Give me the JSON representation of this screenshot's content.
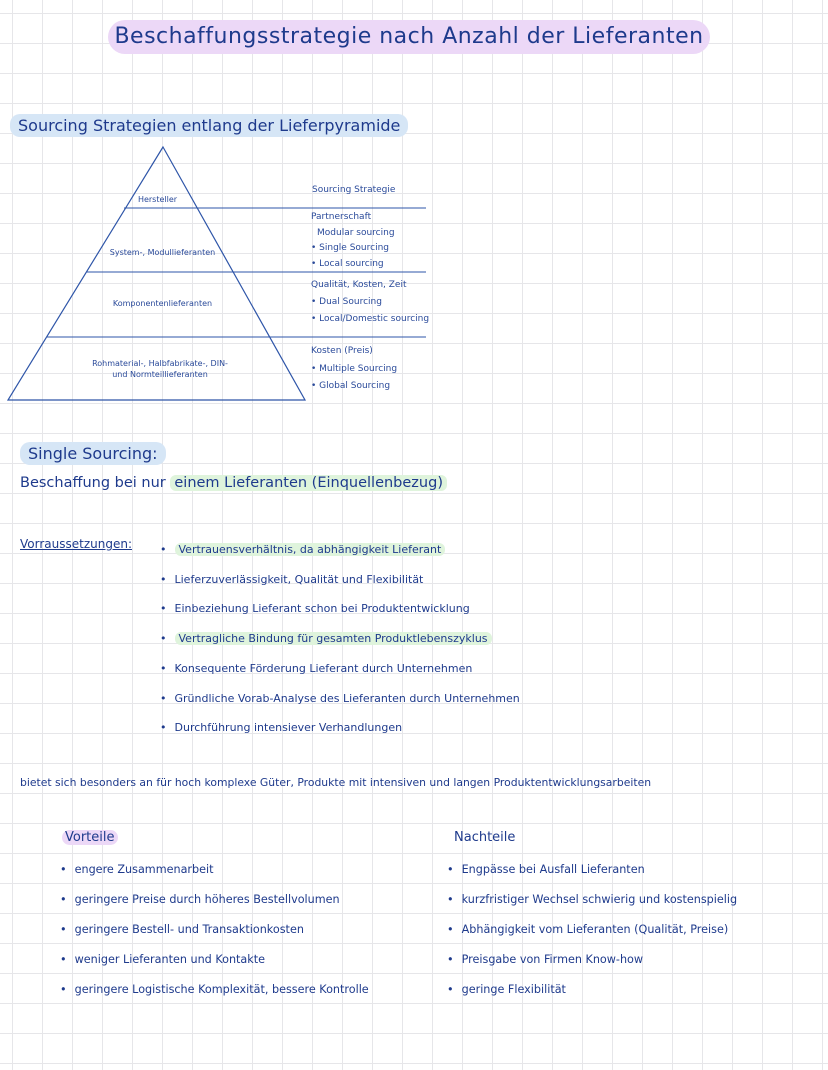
{
  "title": "Beschaffungsstrategie nach Anzahl der Lieferanten",
  "pyramid_section": {
    "heading": "Sourcing Strategien entlang der Lieferpyramide",
    "strategy_column_header": "Sourcing Strategie",
    "levels": [
      {
        "label": "Hersteller",
        "strategy_lines": [
          "Partnerschaft",
          "Modular sourcing",
          "• Single Sourcing",
          "• Local sourcing"
        ]
      },
      {
        "label": "System-, Modullieferanten",
        "strategy_lines": []
      },
      {
        "label": "Komponentenlieferanten",
        "strategy_lines": [
          "Qualität, Kosten, Zeit",
          "• Dual Sourcing",
          "• Local/Domestic sourcing"
        ]
      },
      {
        "label": "Rohmaterial-, Halbfabrikate-, DIN- und Normteillieferanten",
        "label_line1": "Rohmaterial-, Halbfabrikate-, DIN-",
        "label_line2": "und Normteillieferanten",
        "strategy_lines": [
          "Kosten (Preis)",
          "• Multiple Sourcing",
          "• Global Sourcing"
        ]
      }
    ]
  },
  "single_sourcing": {
    "heading": "Single Sourcing:",
    "definition_pre": "Beschaffung bei nur",
    "definition_highlight": "einem Lieferanten (Einquellenbezug)",
    "requirements_label": "Vorraussetzungen:",
    "requirements": [
      "Vertrauensverhältnis, da abhängigkeit Lieferant",
      "Lieferzuverlässigkeit, Qualität und Flexibilität",
      "Einbeziehung Lieferant schon bei Produktentwicklung",
      "Vertragliche Bindung für gesamten Produktlebenszyklus",
      "Konsequente Förderung Lieferant durch Unternehmen",
      "Gründliche Vorab-Analyse des Lieferanten durch Unternehmen",
      "Durchführung intensiever Verhandlungen"
    ],
    "suited_for": "bietet sich besonders an für hoch komplexe Güter, Produkte mit intensiven und langen Produktentwicklungsarbeiten"
  },
  "pros": {
    "heading": "Vorteile",
    "items": [
      "engere Zusammenarbeit",
      "geringere Preise durch höheres Bestellvolumen",
      "geringere Bestell- und Transaktionkosten",
      "weniger Lieferanten und Kontakte",
      "geringere Logistische Komplexität, bessere Kontrolle"
    ]
  },
  "cons": {
    "heading": "Nachteile",
    "items": [
      "Engpässe bei Ausfall Lieferanten",
      "kurzfristiger Wechsel schwierig und kostenspielig",
      "Abhängigkeit vom Lieferanten (Qualität, Preise)",
      "Preisgabe von Firmen Know-how",
      "geringe Flexibilität"
    ]
  },
  "colors": {
    "ink": "#1e3a8c",
    "title_highlight": "#ecd8f7",
    "heading_highlight": "#d6e6f6",
    "text_highlight": "#dff4dc",
    "grid": "#e6e6e9"
  }
}
